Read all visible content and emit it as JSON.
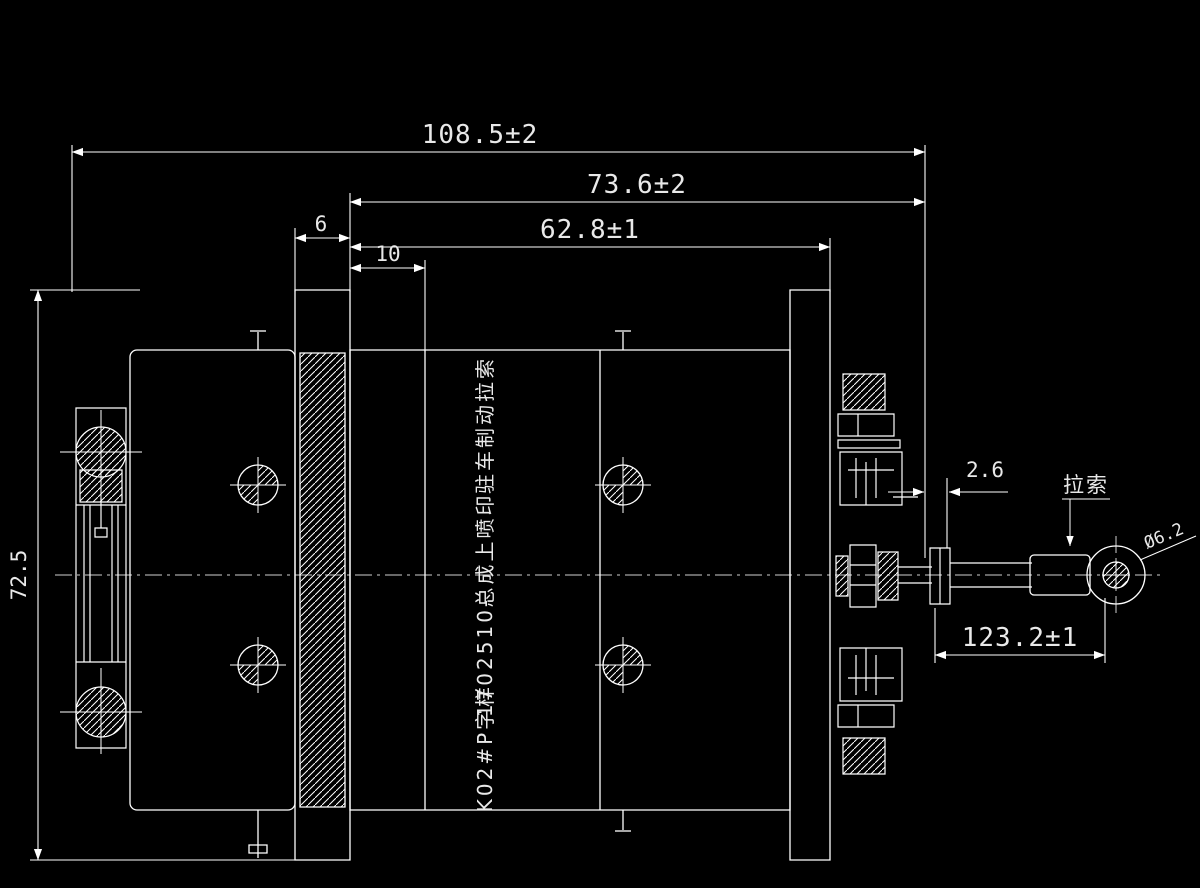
{
  "drawing": {
    "colors": {
      "background": "#000000",
      "line": "#ffffff",
      "text": "#e9e9e9"
    },
    "dimensions": {
      "overall": "108.5±2",
      "upper": "73.6±2",
      "mid": "62.8±1",
      "gap_a": "6",
      "gap_b": "10",
      "left_height": "72.5",
      "cap_lip": "2.6",
      "end_length": "123.2±1"
    },
    "labels": {
      "cable": "拉索",
      "eye_diameter": "Ø6.2"
    },
    "marking": {
      "line1": "驻车制动拉索",
      "line2": "总成上喷印",
      "line3": "1702510-",
      "line4": "K02#P字样"
    }
  }
}
